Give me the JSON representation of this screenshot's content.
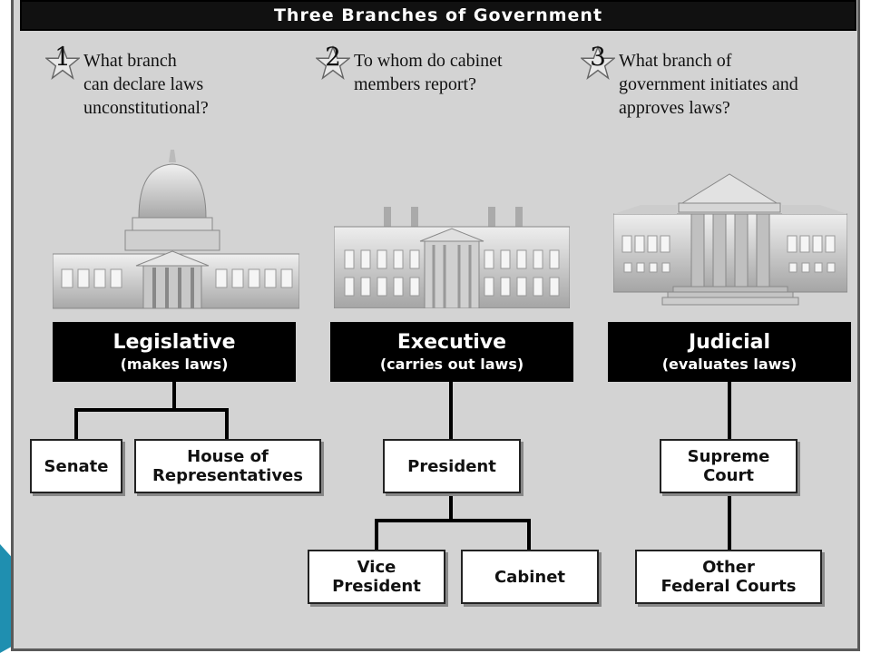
{
  "title": "Three Branches of Government",
  "questions": [
    {
      "number": "1",
      "text": "What branch\ncan declare laws\nunconstitutional?"
    },
    {
      "number": "2",
      "text": "To whom do cabinet\nmembers report?"
    },
    {
      "number": "3",
      "text": "What branch of\ngovernment initiates and\napproves laws?"
    }
  ],
  "branches": {
    "legislative": {
      "name": "Legislative",
      "description": "(makes laws)",
      "children": [
        "Senate",
        "House of\nRepresentatives"
      ]
    },
    "executive": {
      "name": "Executive",
      "description": "(carries out laws)",
      "children": [
        "President"
      ],
      "grandchildren": [
        "Vice\nPresident",
        "Cabinet"
      ]
    },
    "judicial": {
      "name": "Judicial",
      "description": "(evaluates laws)",
      "children": [
        "Supreme\nCourt"
      ],
      "grandchildren": [
        "Other\nFederal Courts"
      ]
    }
  },
  "icons": [
    "star-icon",
    "capitol-building-icon",
    "white-house-icon",
    "supreme-court-building-icon"
  ],
  "colors": {
    "background": "#d3d3d3",
    "header": "#000000",
    "accent": "#1f8fb0"
  }
}
